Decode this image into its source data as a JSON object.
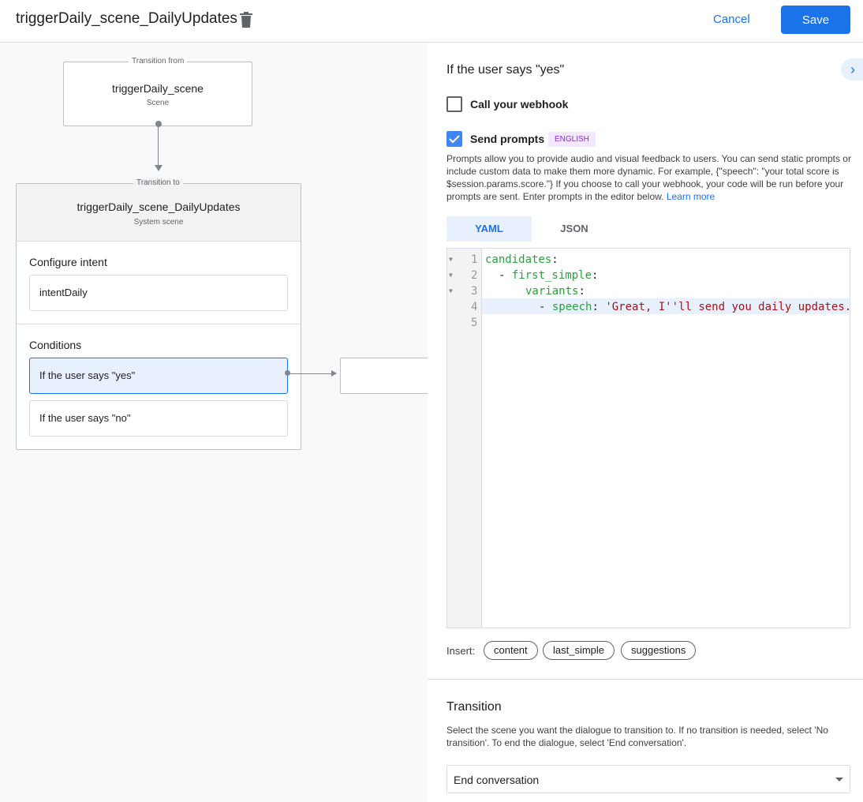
{
  "header": {
    "title": "triggerDaily_scene_DailyUpdates",
    "cancel": "Cancel",
    "save": "Save"
  },
  "canvas": {
    "from": {
      "label": "Transition from",
      "name": "triggerDaily_scene",
      "type": "Scene"
    },
    "to": {
      "label": "Transition to",
      "name": "triggerDaily_scene_DailyUpdates",
      "type": "System scene"
    },
    "intent_heading": "Configure intent",
    "intent": "intentDaily",
    "conditions_heading": "Conditions",
    "conditions": [
      "If the user says \"yes\"",
      "If the user says \"no\""
    ]
  },
  "panel": {
    "heading": "If the user says \"yes\"",
    "webhook": {
      "label": "Call your webhook",
      "checked": false
    },
    "prompts": {
      "label": "Send prompts",
      "checked": true,
      "badge": "ENGLISH"
    },
    "description": "Prompts allow you to provide audio and visual feedback to users. You can send static prompts or include custom data to make them more dynamic. For example, {\"speech\": \"your total score is $session.params.score.\"} If you choose to call your webhook, your code will be run before your prompts are sent. Enter prompts in the editor below.",
    "learn_more": "Learn more",
    "tabs": [
      "YAML",
      "JSON"
    ],
    "active_tab": "YAML",
    "code": {
      "line_numbers": [
        "1",
        "2",
        "3",
        "4",
        "5"
      ],
      "l1_key": "candidates",
      "l2_dash": "- ",
      "l2_key": "first_simple",
      "l3_key": "variants",
      "l4_dash": "- ",
      "l4_key": "speech",
      "l4_val": "'Great, I''ll send you daily updates.",
      "colon": ":"
    },
    "insert_label": "Insert:",
    "insert_chips": [
      "content",
      "last_simple",
      "suggestions"
    ],
    "transition": {
      "heading": "Transition",
      "description": "Select the scene you want the dialogue to transition to. If no transition is needed, select 'No transition'. To end the dialogue, select 'End conversation'.",
      "selected": "End conversation"
    }
  },
  "colors": {
    "accent": "#1a73e8",
    "key": "#2e9e3e",
    "string": "#a31515",
    "badge_bg": "#f3e8fd",
    "badge_fg": "#8430ce"
  }
}
